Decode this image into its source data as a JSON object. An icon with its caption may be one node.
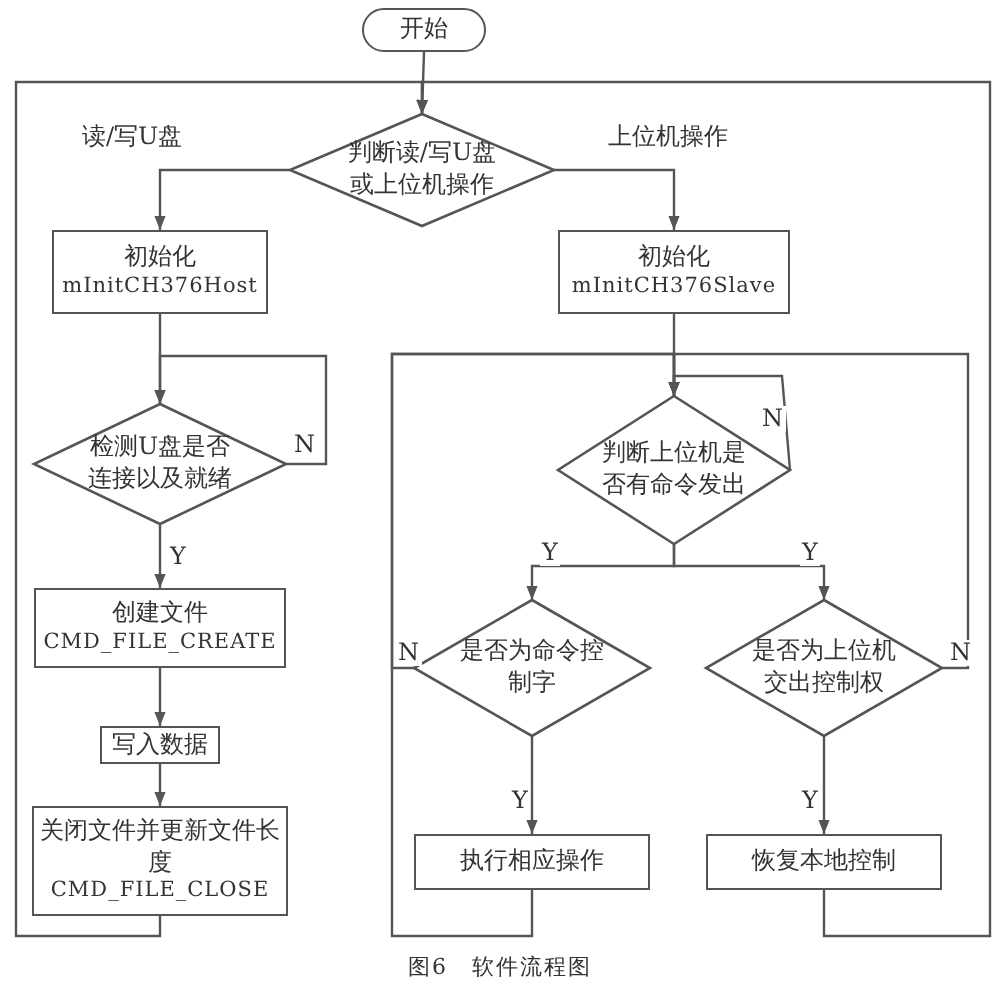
{
  "diagram": {
    "caption": "图6　软件流程图",
    "nodes": [
      {
        "text": [
          "开始"
        ]
      },
      {
        "text": [
          "判断读/写U盘或上位机操作"
        ]
      },
      {
        "text": [
          "初始化",
          "mInitCH376Host"
        ]
      },
      {
        "text": [
          "初始化",
          "mInitCH376Slave"
        ]
      },
      {
        "text": [
          "检测U盘是否连接以及就绪"
        ]
      },
      {
        "text": [
          "创建文件",
          "CMD_FILE_CREATE"
        ]
      },
      {
        "text": [
          "写入数据"
        ]
      },
      {
        "text": [
          "关闭文件并更新文件长度",
          "CMD_FILE_CLOSE"
        ]
      },
      {
        "text": [
          "判断上位机是否有命令发出"
        ]
      },
      {
        "text": [
          "是否为命令控制字"
        ]
      },
      {
        "text": [
          "是否为上位机交出控制权"
        ]
      },
      {
        "text": [
          "执行相应操作"
        ]
      },
      {
        "text": [
          "恢复本地控制"
        ]
      }
    ],
    "edges": [
      {
        "from": 0,
        "to": 1,
        "arrow": "to"
      },
      {
        "from": 1,
        "to": 2,
        "arrow": "to",
        "label": "读/写U盘"
      },
      {
        "from": 1,
        "to": 3,
        "arrow": "to",
        "label": "上位机操作"
      },
      {
        "from": 2,
        "to": 4,
        "arrow": "to"
      },
      {
        "from": 4,
        "to": 4,
        "arrow": "to",
        "label": "N"
      },
      {
        "from": 4,
        "to": 5,
        "arrow": "to",
        "label": "Y"
      },
      {
        "from": 5,
        "to": 6,
        "arrow": "to"
      },
      {
        "from": 6,
        "to": 7,
        "arrow": "to"
      },
      {
        "from": 7,
        "to": 1,
        "arrow": "to"
      },
      {
        "from": 3,
        "to": 8,
        "arrow": "to"
      },
      {
        "from": 8,
        "to": 8,
        "arrow": "to",
        "label": "N"
      },
      {
        "from": 8,
        "to": 9,
        "arrow": "to",
        "label": "Y"
      },
      {
        "from": 8,
        "to": 10,
        "arrow": "to",
        "label": "Y"
      },
      {
        "from": 9,
        "to": 8,
        "arrow": "to",
        "label": "N"
      },
      {
        "from": 9,
        "to": 11,
        "arrow": "to",
        "label": "Y"
      },
      {
        "from": 11,
        "to": 8,
        "arrow": "to"
      },
      {
        "from": 10,
        "to": 8,
        "arrow": "to",
        "label": "N"
      },
      {
        "from": 10,
        "to": 12,
        "arrow": "to",
        "label": "Y"
      },
      {
        "from": 12,
        "to": 1,
        "arrow": "to"
      }
    ]
  }
}
